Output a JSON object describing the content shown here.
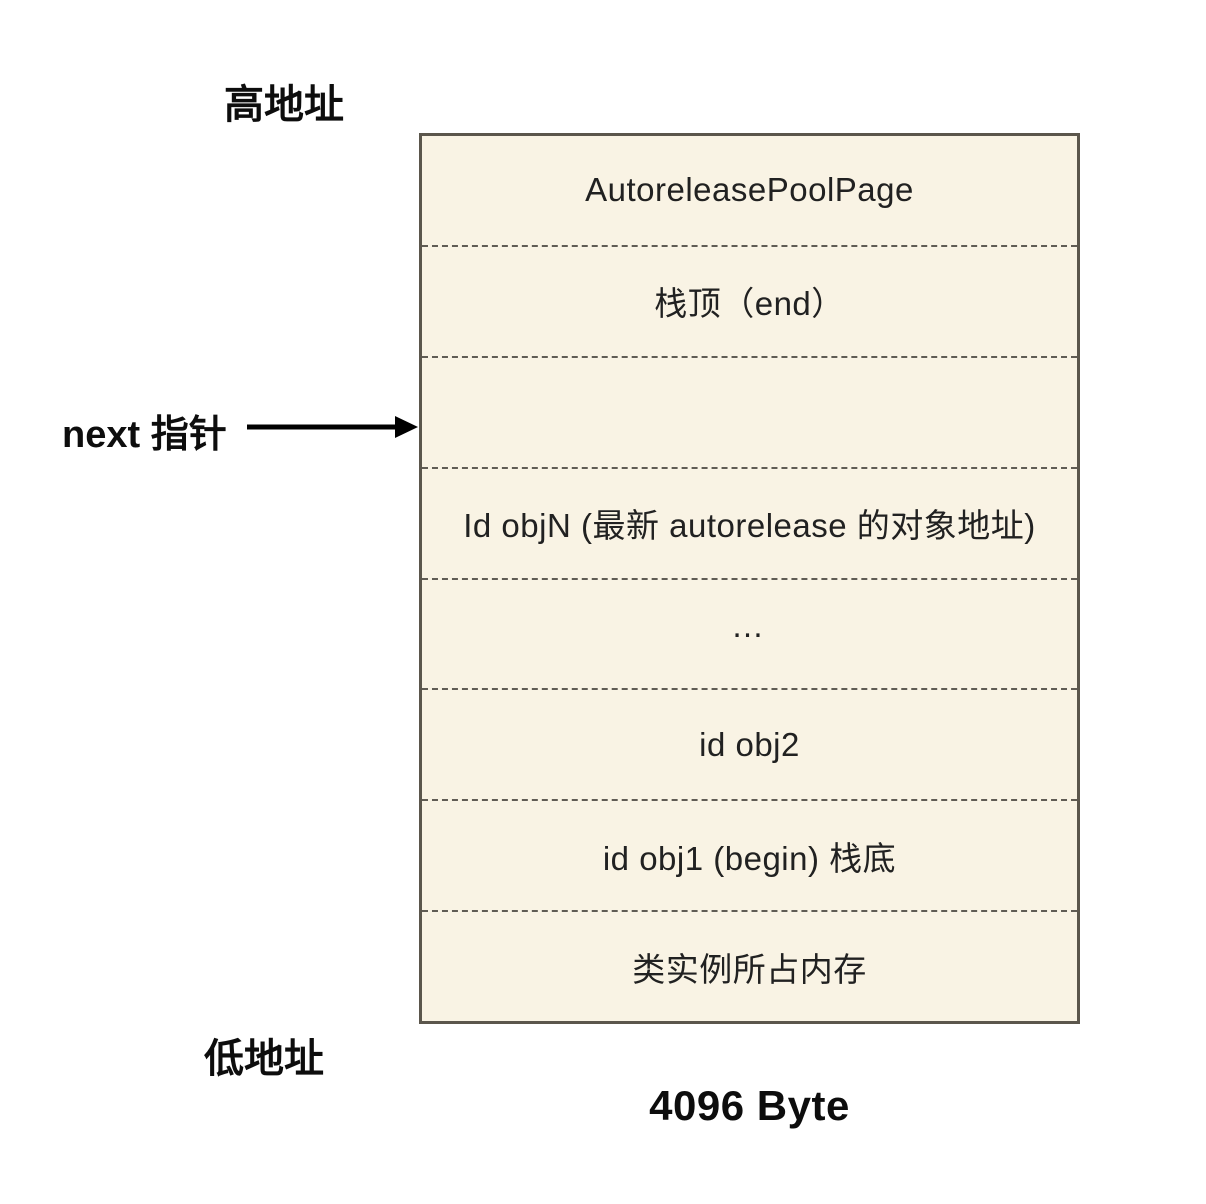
{
  "labels": {
    "high_address": "高地址",
    "low_address": "低地址",
    "next_pointer": "next 指针",
    "byte_size": "4096 Byte"
  },
  "box": {
    "rows": [
      {
        "label": "AutoreleasePoolPage"
      },
      {
        "label": "栈顶（end）"
      },
      {
        "label": ""
      },
      {
        "label": "Id objN (最新 autorelease 的对象地址)"
      },
      {
        "label": "…"
      },
      {
        "label": "id obj2"
      },
      {
        "label": "id obj1 (begin) 栈底"
      },
      {
        "label": "类实例所占内存"
      }
    ]
  },
  "colors": {
    "box_background": "#f9f3e4",
    "box_border": "#5b564c",
    "divider": "#605c54",
    "row_text": "#212121",
    "label_text": "#0d0d0d",
    "arrow": "#000000"
  }
}
